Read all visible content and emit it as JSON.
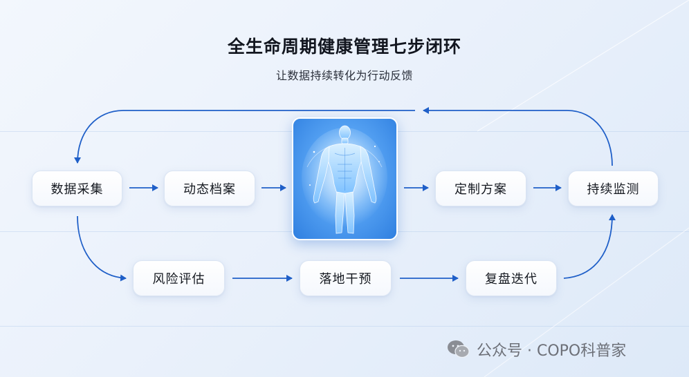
{
  "title": "全生命周期健康管理七步闭环",
  "subtitle": "让数据持续转化为行动反馈",
  "top_row": [
    "数据采集",
    "动态档案",
    "定制方案",
    "持续监测"
  ],
  "bottom_row": [
    "风险评估",
    "落地干预",
    "复盘迭代"
  ],
  "hub_icon": "human-body-figure",
  "colors": {
    "arrow": "#1f5fc8",
    "hub": "#4a97ee",
    "title": "#12161f"
  },
  "watermark": "公众号 · COPO科普家"
}
